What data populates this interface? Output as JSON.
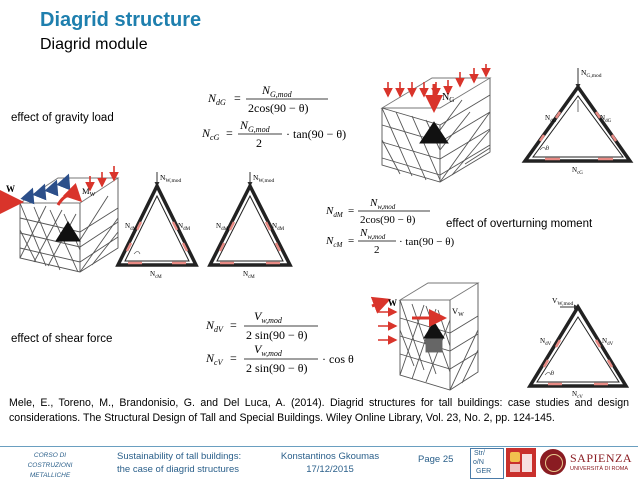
{
  "header": {
    "title": "Diagrid structure",
    "subtitle": "Diagrid module"
  },
  "labels": {
    "gravity": "effect of gravity load",
    "overturning": "effect of overturning moment",
    "shear": "effect of shear force"
  },
  "equations": {
    "gravity": {
      "n1_lhs": "N",
      "n1_lhs_sub": "dG",
      "n1_num": "N",
      "n1_num_sub": "G,mod",
      "n1_den": "2cos(90 − θ)",
      "n2_lhs": "N",
      "n2_lhs_sub": "cG",
      "n2_num": "N",
      "n2_num_sub": "G,mod",
      "n2_den": "2",
      "n2_tail": "· tan(90 − θ)"
    },
    "overturning": {
      "n1_lhs": "N",
      "n1_lhs_sub": "dM",
      "n1_num": "N",
      "n1_num_sub": "w,mod",
      "n1_den": "2cos(90 − θ)",
      "n2_lhs": "N",
      "n2_lhs_sub": "cM",
      "n2_num": "N",
      "n2_num_sub": "w,mod",
      "n2_den": "2",
      "n2_tail": "· tan(90 − θ)"
    },
    "shear": {
      "n1_lhs": "N",
      "n1_lhs_sub": "dV",
      "n1_num": "V",
      "n1_num_sub": "w,mod",
      "n1_den": "2 sin(90 − θ)",
      "n2_lhs": "N",
      "n2_lhs_sub": "cV",
      "n2_num": "V",
      "n2_num_sub": "w,mod",
      "n2_den": "2 sin(90 − θ)",
      "n2_tail": "· cos θ"
    }
  },
  "diagrams": {
    "gravity_load_label": "N",
    "gravity_load_sub": "G",
    "gravity_module_top": "N",
    "gravity_module_top_sub": "G,mod",
    "gravity_diag": "N",
    "gravity_diag_sub": "dG",
    "gravity_chord": "N",
    "gravity_chord_sub": "cG",
    "wind_label": "W",
    "moment_label": "M",
    "moment_sub": "W",
    "wind_module1_top": "N",
    "wind_module1_top_sub": "W,mod",
    "wind_module2_top": "N",
    "wind_module2_top_sub": "W,mod",
    "overturn_diag": "N",
    "overturn_diag_sub": "dM",
    "overturn_chord": "N",
    "overturn_chord_sub": "cM",
    "shear_wind_label": "W",
    "shear_force_label": "V",
    "shear_force_sub": "W",
    "shear_module_top": "V",
    "shear_module_top_sub": "W,mod",
    "shear_diag": "N",
    "shear_diag_sub": "dV",
    "shear_chord": "N",
    "shear_chord_sub": "cV",
    "angle": "θ"
  },
  "reference": "Mele, E., Toreno, M., Brandonisio, G. and Del Luca, A. (2014). Diagrid structures for tall buildings: case studies and design considerations. The Structural Design of Tall and Special Buildings. Wiley Online Library, Vol. 23, No. 2, pp. 124-145.",
  "footer": {
    "course_line1": "CORSO DI",
    "course_line2": "COSTRUZIONI METALLICHE",
    "course_title_line1": "Sustainability of tall buildings:",
    "course_title_line2": "the case of diagrid structures",
    "author": "Konstantinos Gkoumas",
    "date": "17/12/2015",
    "page": "Page 25",
    "logo1_line1": "Str/",
    "logo1_line2a": "o",
    "logo1_line2b": "N",
    "logo1_line3": "GER",
    "university": "SAPIENZA",
    "university_sub": "UNIVERSITÀ DI ROMA"
  },
  "colors": {
    "title": "#1e7fae",
    "arrow": "#d9342b",
    "stripe": "#e88a84",
    "footer_rule": "#6a9fc0",
    "sapienza": "#8a1c22"
  }
}
